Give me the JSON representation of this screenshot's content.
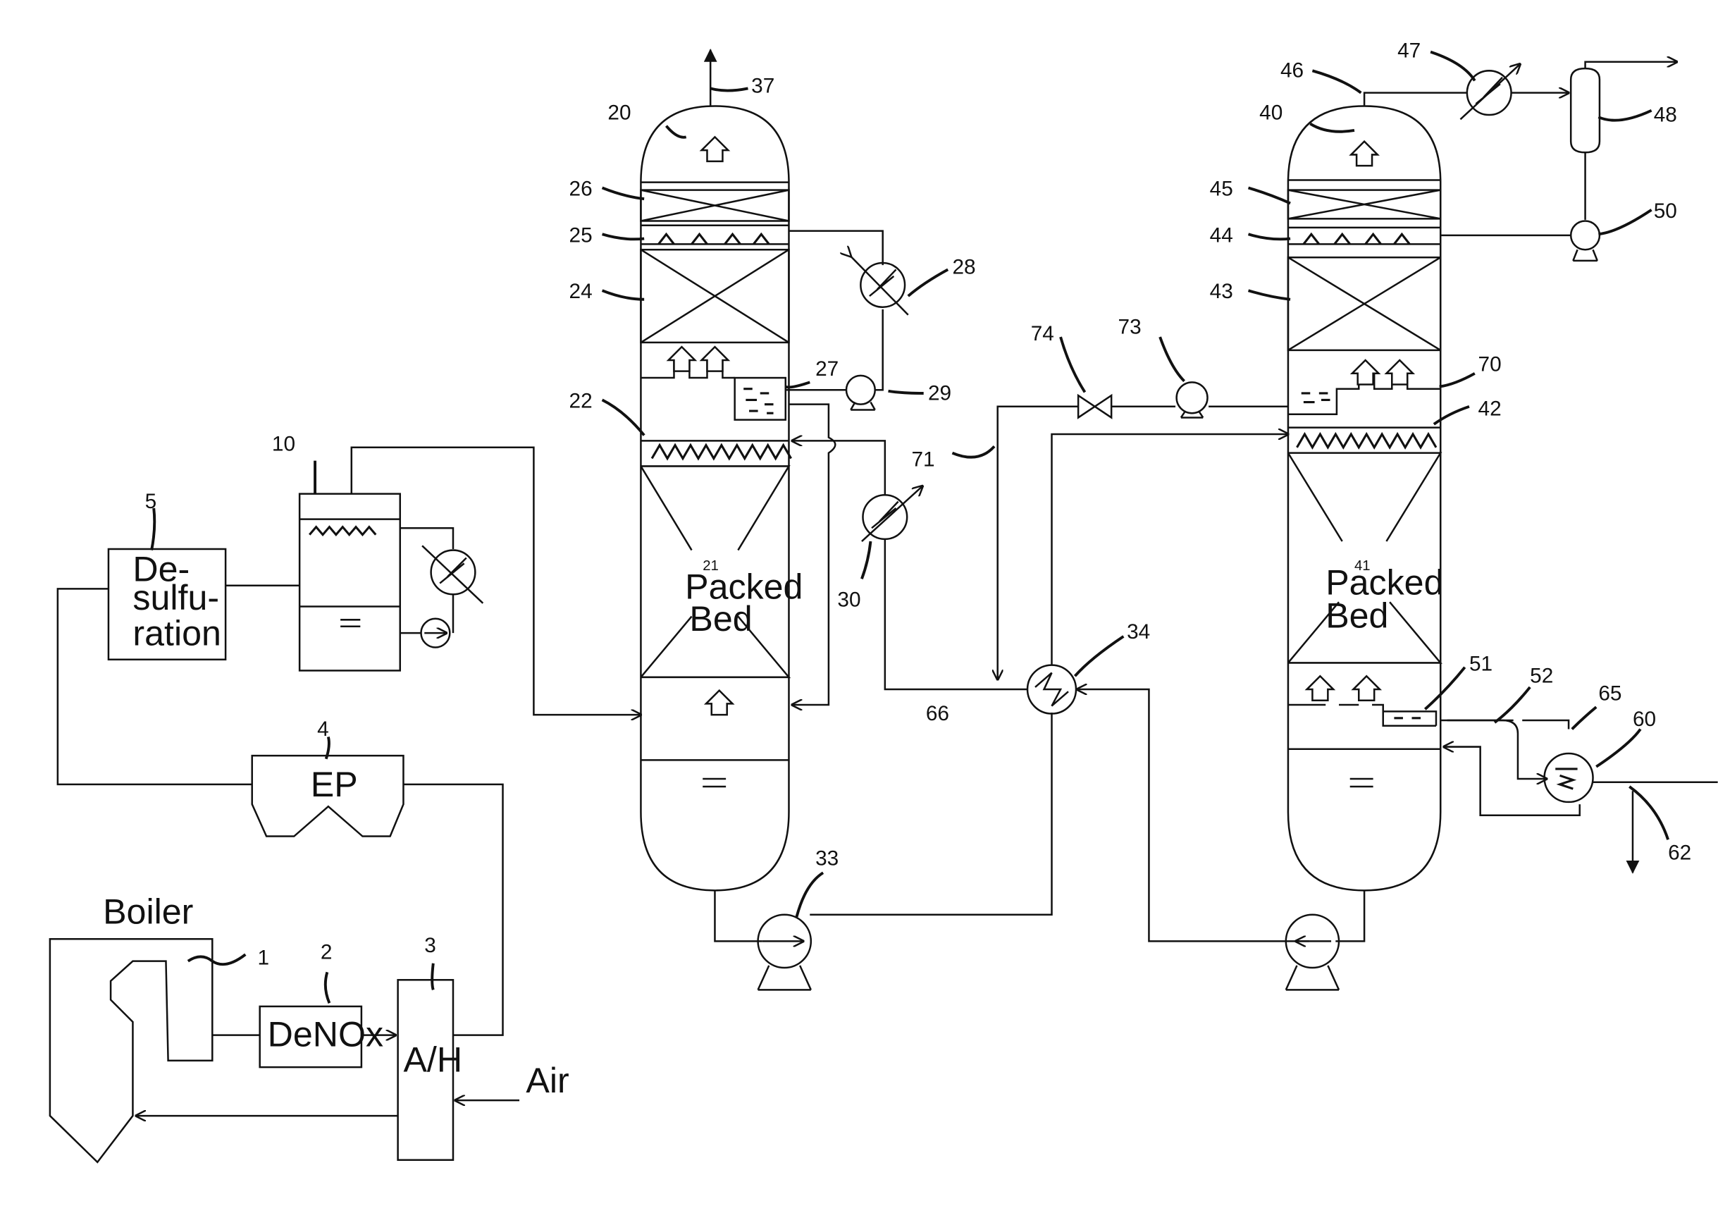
{
  "labels": {
    "boiler": "Boiler",
    "denox": "DeNOx",
    "ah": "A/H",
    "air": "Air",
    "ep": "EP",
    "desulf_1": "De-",
    "desulf_2": "sulfu-",
    "desulf_3": "ration",
    "packed_1": "Packed",
    "bed_1": "Bed",
    "packed_2": "Packed",
    "bed_2": "Bed"
  },
  "numbers": {
    "n1": "1",
    "n2": "2",
    "n3": "3",
    "n4": "4",
    "n5": "5",
    "n10": "10",
    "n20": "20",
    "n21": "21",
    "n22": "22",
    "n24": "24",
    "n25": "25",
    "n26": "26",
    "n27": "27",
    "n28": "28",
    "n29": "29",
    "n30": "30",
    "n33": "33",
    "n34": "34",
    "n37": "37",
    "n40": "40",
    "n41": "41",
    "n42": "42",
    "n43": "43",
    "n44": "44",
    "n45": "45",
    "n46": "46",
    "n47": "47",
    "n48": "48",
    "n50": "50",
    "n51": "51",
    "n52": "52",
    "n60": "60",
    "n62": "62",
    "n65": "65",
    "n66": "66",
    "n70": "70",
    "n71": "71",
    "n73": "73",
    "n74": "74"
  }
}
